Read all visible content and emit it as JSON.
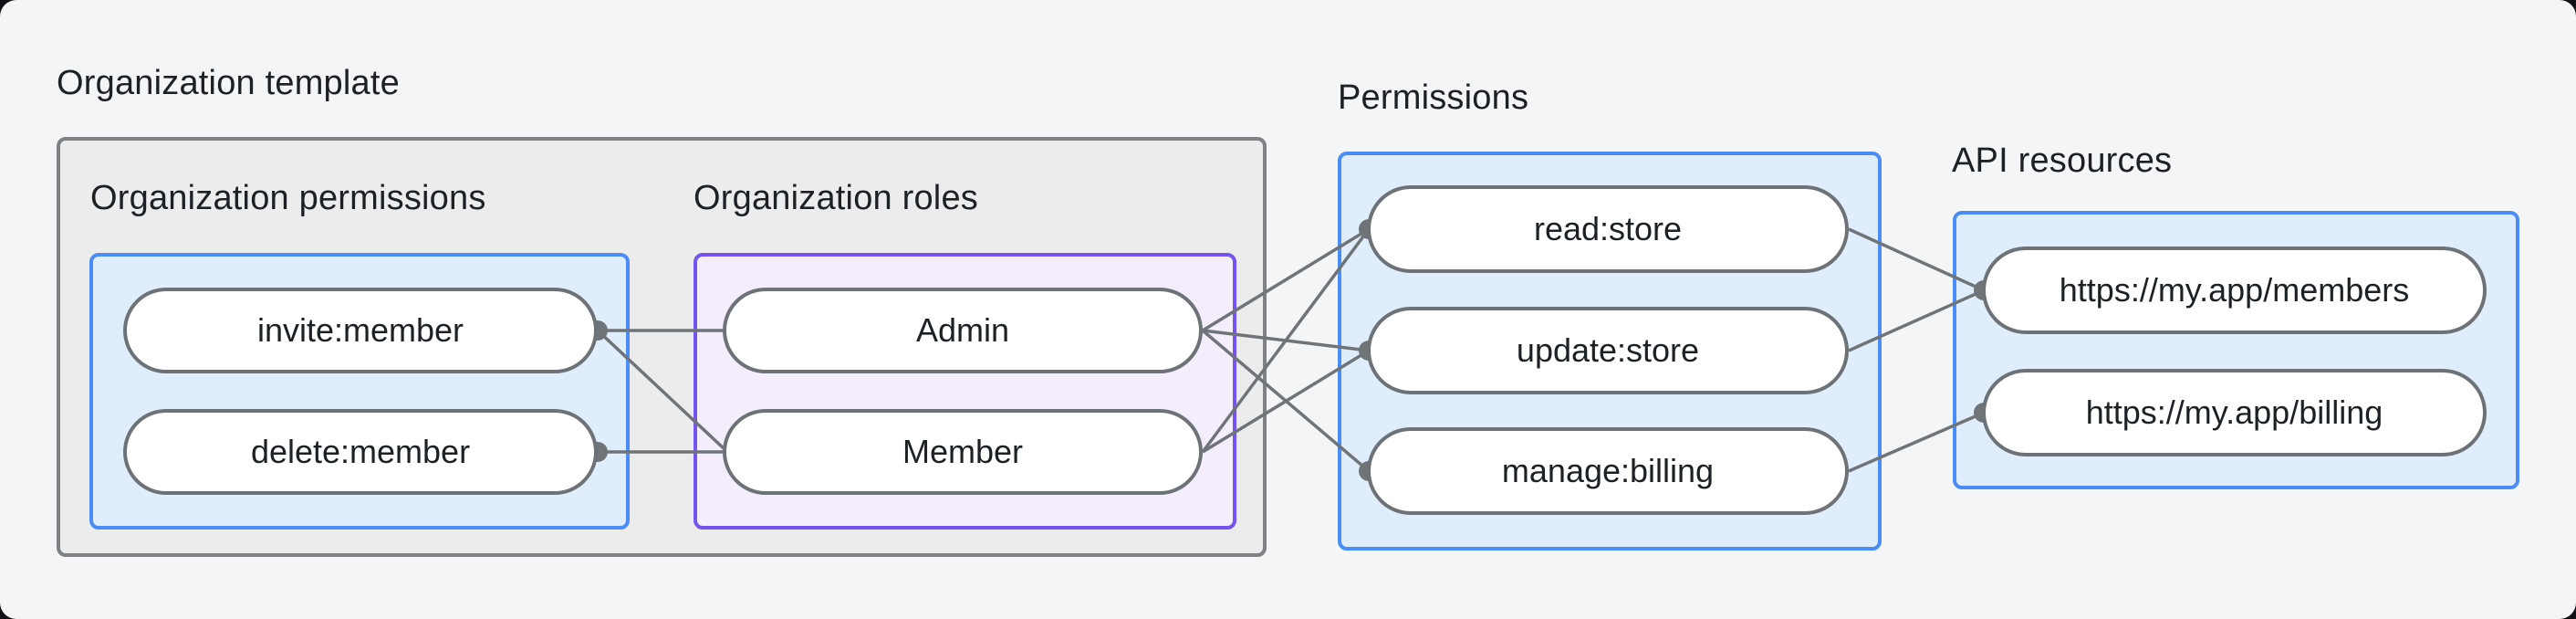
{
  "diagram_title": "Organization template",
  "groups": {
    "org_template": {
      "label": "Organization template"
    },
    "org_permissions": {
      "label": "Organization permissions",
      "nodes": [
        "invite:member",
        "delete:member"
      ]
    },
    "org_roles": {
      "label": "Organization roles",
      "nodes": [
        "Admin",
        "Member"
      ]
    },
    "permissions": {
      "label": "Permissions",
      "nodes": [
        "read:store",
        "update:store",
        "manage:billing"
      ]
    },
    "api_resources": {
      "label": "API resources",
      "nodes": [
        "https://my.app/members",
        "https://my.app/billing"
      ]
    }
  },
  "edges": [
    {
      "from": "invite:member",
      "to": "Admin"
    },
    {
      "from": "invite:member",
      "to": "Member"
    },
    {
      "from": "delete:member",
      "to": "Member"
    },
    {
      "from": "Admin",
      "to": "read:store"
    },
    {
      "from": "Admin",
      "to": "update:store"
    },
    {
      "from": "Admin",
      "to": "manage:billing"
    },
    {
      "from": "Member",
      "to": "read:store"
    },
    {
      "from": "Member",
      "to": "update:store"
    },
    {
      "from": "read:store",
      "to": "https://my.app/members"
    },
    {
      "from": "update:store",
      "to": "https://my.app/members"
    },
    {
      "from": "manage:billing",
      "to": "https://my.app/billing"
    }
  ],
  "colors": {
    "background": "#f4f5f6",
    "template_panel_fill": "#ececed",
    "template_panel_border": "#7e8286",
    "blue_group_fill": "#e0edfc",
    "blue_group_border": "#4a8df8",
    "purple_group_fill": "#f3edfc",
    "purple_group_border": "#7453ee",
    "node_fill": "#ffffff",
    "node_border": "#6d7277",
    "edge": "#6f7478",
    "text": "#1c2126"
  }
}
